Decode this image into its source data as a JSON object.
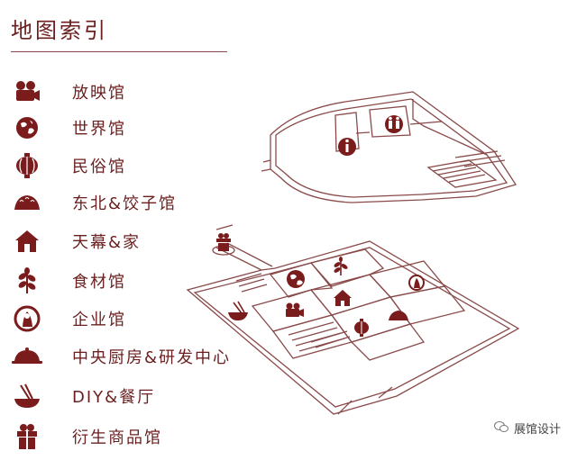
{
  "title": "地图索引",
  "legend": [
    {
      "icon": "camera-icon",
      "label": "放映馆"
    },
    {
      "icon": "globe-icon",
      "label": "世界馆"
    },
    {
      "icon": "lantern-icon",
      "label": "民俗馆"
    },
    {
      "icon": "dumpling-icon",
      "label": "东北&饺子馆"
    },
    {
      "icon": "house-icon",
      "label": "天幕&家"
    },
    {
      "icon": "leaf-icon",
      "label": "食材馆"
    },
    {
      "icon": "portrait-icon",
      "label": "企业馆"
    },
    {
      "icon": "dish-cover-icon",
      "label": "中央厨房&研发中心"
    },
    {
      "icon": "bowl-chopsticks-icon",
      "label": "DIY&餐厅"
    },
    {
      "icon": "gift-icon",
      "label": "衍生商品馆"
    }
  ],
  "watermark": "展馆设计",
  "colors": {
    "accent": "#7a1c1c",
    "line": "#8a4a4a",
    "text": "#6b1f1f"
  }
}
